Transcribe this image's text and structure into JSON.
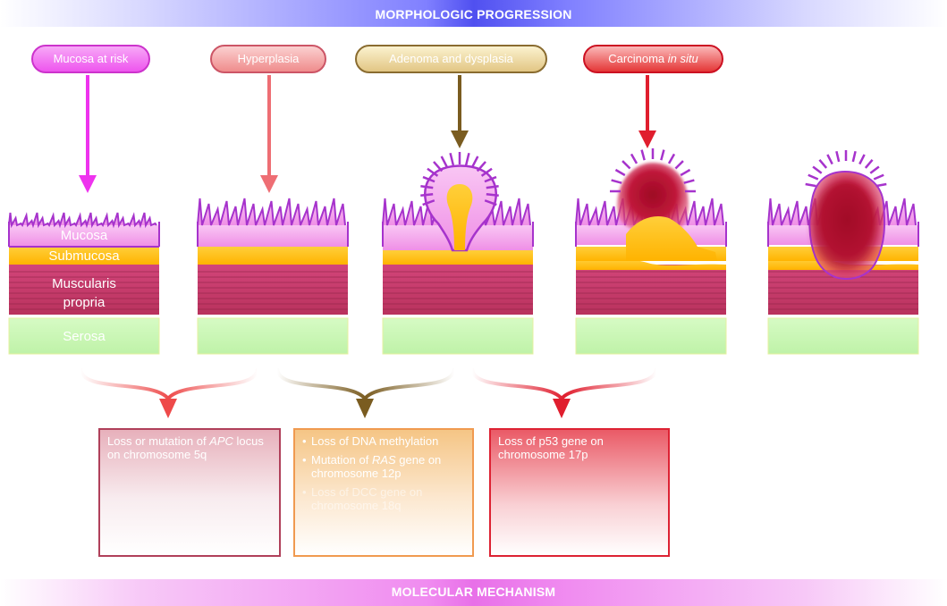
{
  "banners": {
    "top": "MORPHOLOGIC PROGRESSION",
    "bottom": "MOLECULAR MECHANISM"
  },
  "stages": [
    {
      "label": "Mucosa at risk"
    },
    {
      "label": "Hyperplasia"
    },
    {
      "label": "Adenoma and dysplasia"
    },
    {
      "label_prefix": "Carcinoma ",
      "label_emph": "in situ"
    }
  ],
  "layers": {
    "mucosa": "Mucosa",
    "submucosa": "Submucosa",
    "muscularis_line1": "Muscularis",
    "muscularis_line2": "propria",
    "serosa": "Serosa"
  },
  "mechanisms": [
    {
      "text_prefix": "Loss or mutation of ",
      "gene": "APC",
      "text_suffix": " locus on chromosome 5q"
    },
    {
      "items": [
        {
          "text": "Loss of DNA methylation"
        },
        {
          "prefix": "Mutation of ",
          "gene": "RAS",
          "suffix": " gene on chromosome 12p"
        },
        {
          "text": "Loss of DCC gene on chromosome 18q"
        }
      ]
    },
    {
      "text": "Loss of p53 gene on chromosome 17p"
    }
  ],
  "colors": {
    "mucosa": "#f7a6f0",
    "epithelium": "#a633cc",
    "submucosa": "#ffc21a",
    "muscularis": "#c23a6a",
    "serosa": "#c8f7b4",
    "tumor": "#b3122f"
  }
}
